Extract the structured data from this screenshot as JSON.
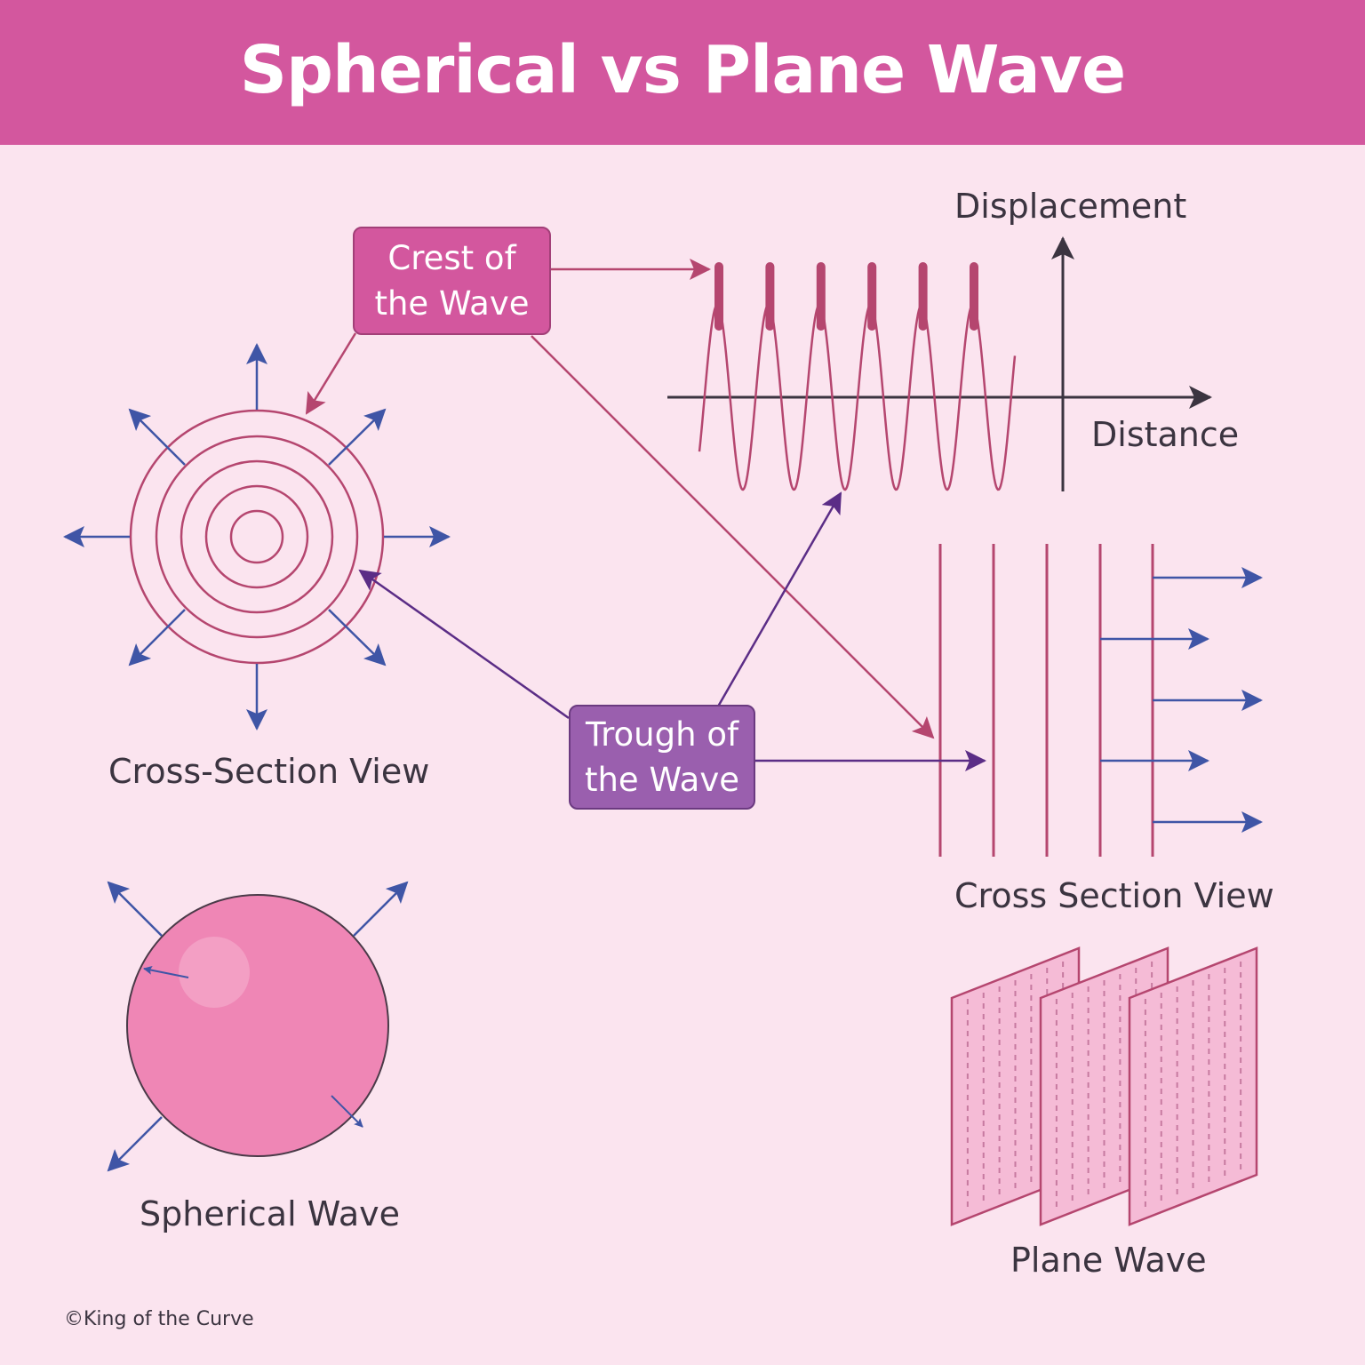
{
  "title": "Spherical vs Plane Wave",
  "labels": {
    "displacement": "Displacement",
    "distance": "Distance",
    "cross_section_view_left": "Cross-Section View",
    "cross_section_view_right": "Cross Section View",
    "spherical_wave": "Spherical Wave",
    "plane_wave": "Plane Wave"
  },
  "callouts": {
    "crest": {
      "line1": "Crest of",
      "line2": "the Wave"
    },
    "trough": {
      "line1": "Trough of",
      "line2": "the Wave"
    }
  },
  "copyright": "©King of the Curve",
  "colors": {
    "banner": "#d3579e",
    "background": "#fbe4ef",
    "crest_box": "#d3579e",
    "trough_box": "#9a5fae",
    "wave_line": "#b5466f",
    "arrow_blue": "#3f55a6",
    "sphere_fill": "#ef86b5"
  }
}
